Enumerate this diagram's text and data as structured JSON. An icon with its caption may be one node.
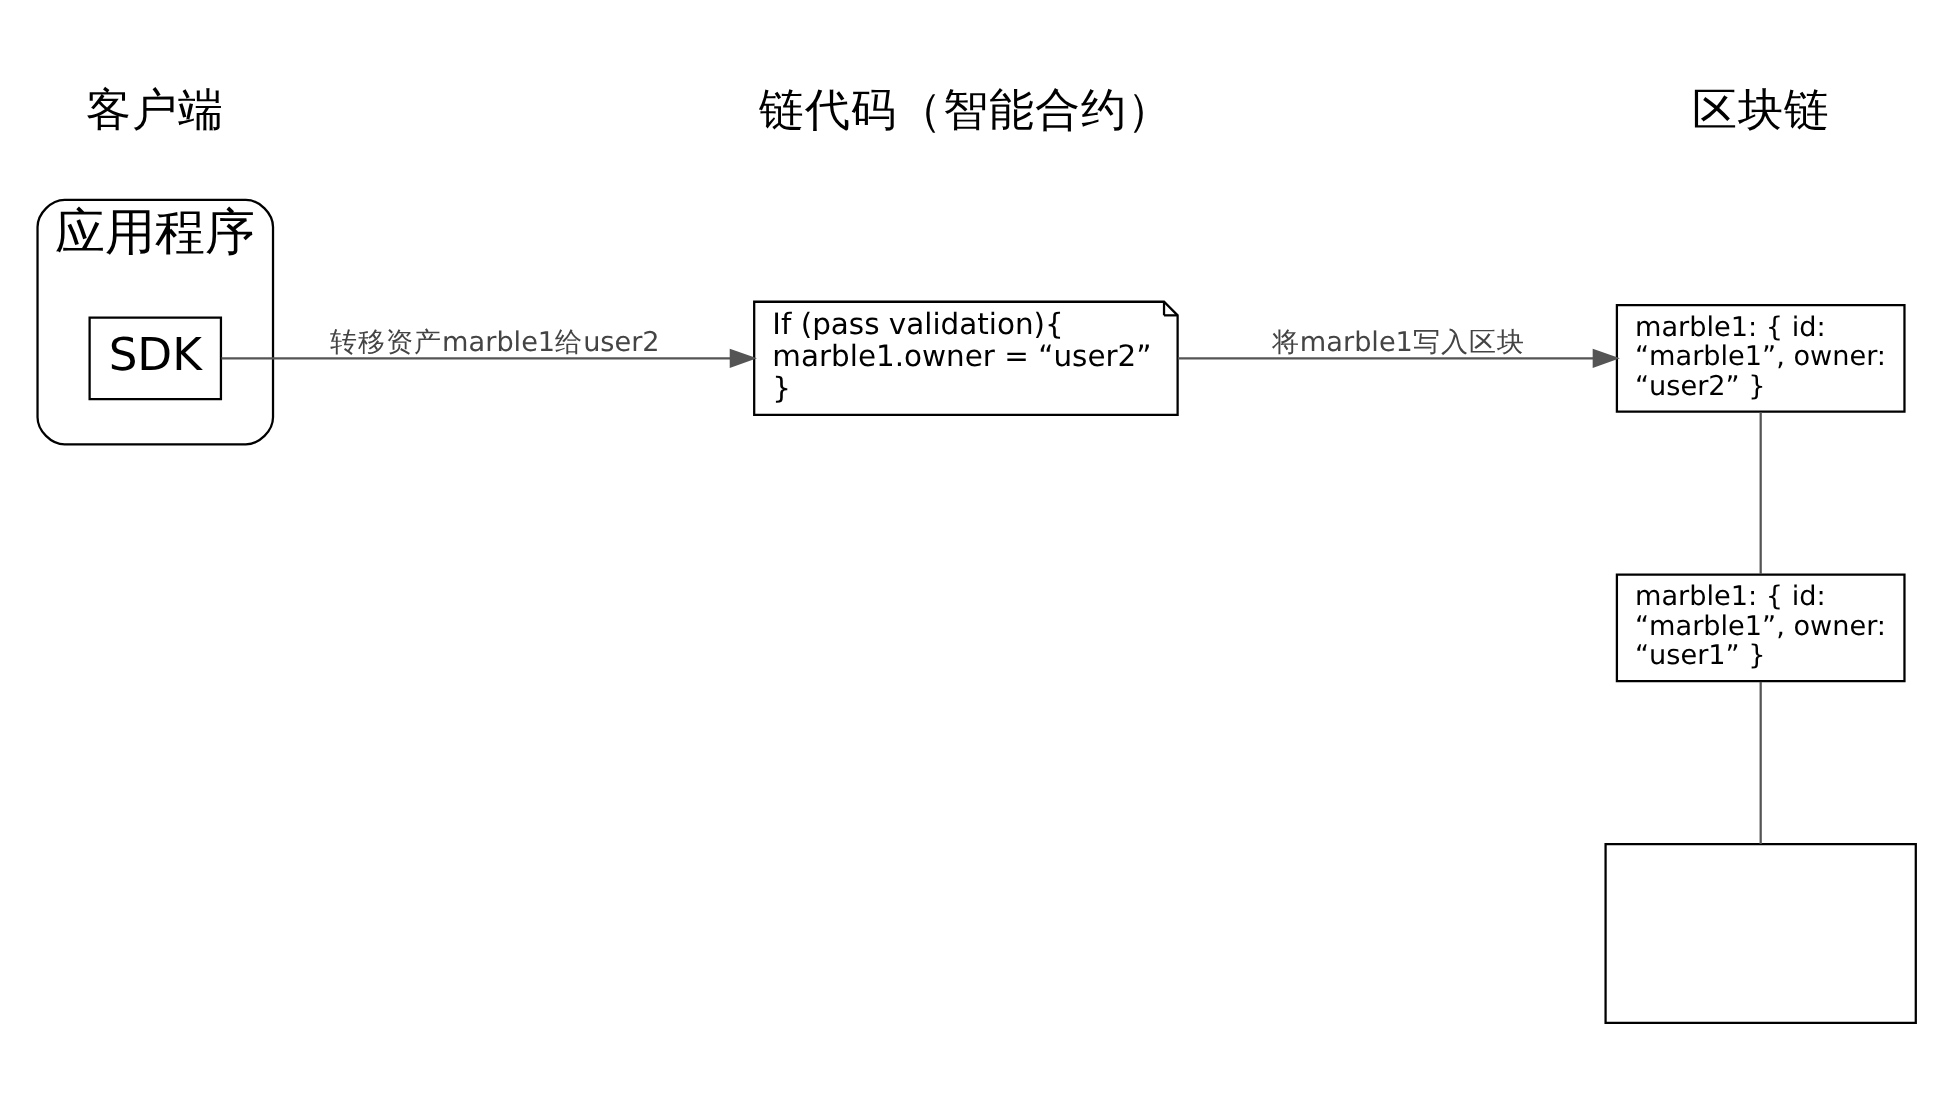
{
  "diagram": {
    "nodes": [
      {
        "text": [
          "应用程序"
        ]
      },
      {
        "text": [
          "SDK"
        ],
        "in": 0
      },
      {
        "text": [
          "If (pass validation){ marble1.owner = “user2” }"
        ]
      },
      {
        "text": [
          "marble1: { id: “marble1”, owner: “user2” }"
        ]
      },
      {
        "text": [
          "marble1: { id: “marble1”, owner: “user1” }"
        ]
      },
      {
        "text": [],
        "shape": "box"
      }
    ],
    "edges": [
      {
        "from": 1,
        "to": 2,
        "arrow": "to",
        "label": "转移资产marble1给user2"
      },
      {
        "from": 2,
        "to": 3,
        "arrow": "to",
        "label": "将marble1写入区块"
      },
      {
        "from": 3,
        "to": 4,
        "arrow": "none"
      },
      {
        "from": 4,
        "to": 5,
        "arrow": "none"
      }
    ],
    "labels": [
      "客户端",
      "链代码（智能合约）",
      "区块链"
    ]
  }
}
